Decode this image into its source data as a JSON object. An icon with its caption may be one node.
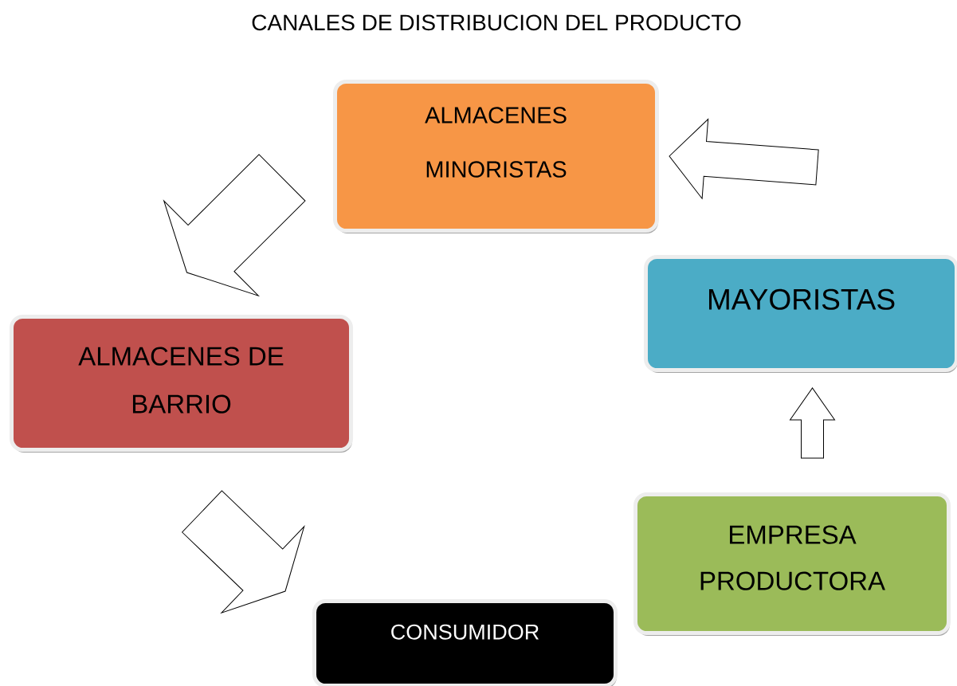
{
  "diagram": {
    "title": "CANALES DE DISTRIBUCION DEL PRODUCTO",
    "nodes": [
      {
        "text": [
          "ALMACENES MINORISTAS"
        ]
      },
      {
        "text": [
          "MAYORISTAS"
        ]
      },
      {
        "text": [
          "ALMACENES DE BARRIO"
        ]
      },
      {
        "text": [
          "EMPRESA PRODUCTORA"
        ]
      },
      {
        "text": [
          "CONSUMIDOR"
        ]
      }
    ],
    "edges": [
      {
        "from": 3,
        "to": 1,
        "arrow": "to"
      },
      {
        "from": 1,
        "to": 0,
        "arrow": "to"
      },
      {
        "from": 0,
        "to": 2,
        "arrow": "to"
      },
      {
        "from": 2,
        "to": 4,
        "arrow": "to"
      }
    ]
  }
}
